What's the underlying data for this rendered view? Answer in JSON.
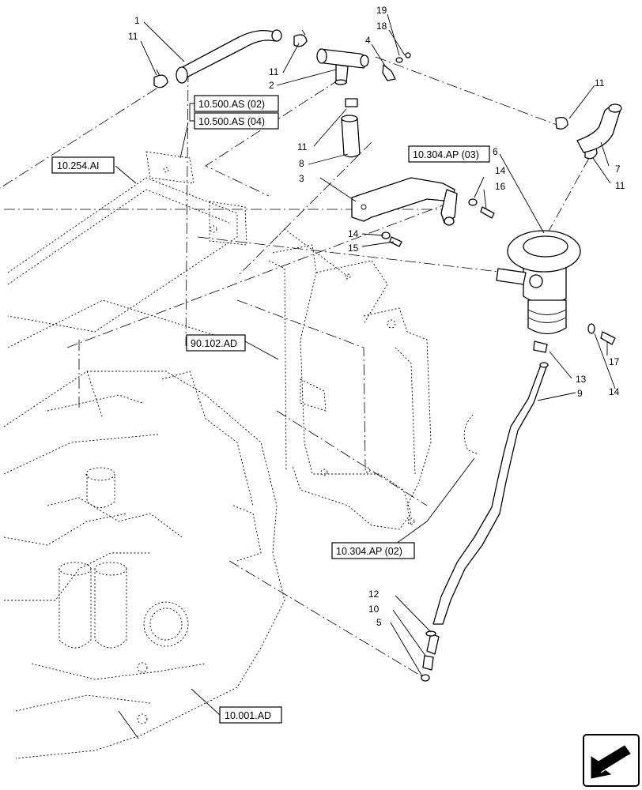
{
  "callouts": {
    "c1": "1",
    "c2": "2",
    "c3": "3",
    "c4": "4",
    "c5": "5",
    "c6": "6",
    "c7": "7",
    "c8": "8",
    "c9": "9",
    "c10": "10",
    "c11a": "11",
    "c11b": "11",
    "c11c": "11",
    "c11d": "11",
    "c11e": "11",
    "c12": "12",
    "c13": "13",
    "c14a": "14",
    "c14b": "14",
    "c14c": "14",
    "c15": "15",
    "c16": "16",
    "c17": "17",
    "c18": "18",
    "c19": "19"
  },
  "references": {
    "r_10500as02": "10.500.AS (02)",
    "r_10500as04": "10.500.AS (04)",
    "r_10254ai": "10.254.AI",
    "r_10304ap03": "10.304.AP (03)",
    "r_90102ad": "90.102.AD",
    "r_10304ap02": "10.304.AP (02)",
    "r_10001ad": "10.001.AD"
  },
  "icons": {
    "nav": "view-direction-arrow-icon"
  }
}
